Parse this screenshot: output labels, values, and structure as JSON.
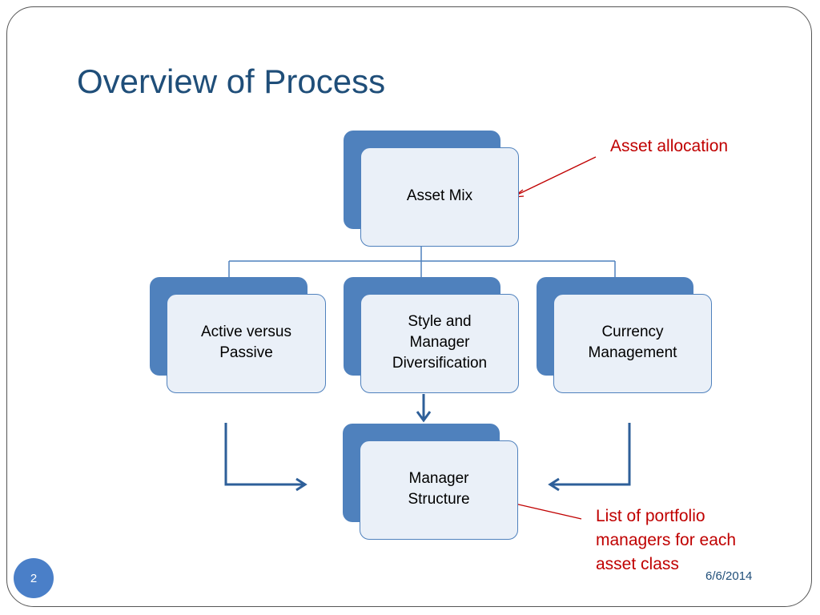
{
  "slide": {
    "title": "Overview of Process",
    "slide_number": "2",
    "date": "6/6/2014"
  },
  "diagram": {
    "nodes": {
      "asset_mix": "Asset Mix",
      "active_passive": "Active versus\nPassive",
      "style_manager": "Style and\nManager\nDiversification",
      "currency": "Currency\nManagement",
      "manager_structure": "Manager\nStructure"
    },
    "callouts": {
      "asset_allocation": "Asset allocation",
      "portfolio_managers": "List of portfolio\nmanagers for each\nasset class"
    },
    "colors": {
      "box_back": "#4f81bd",
      "box_front": "#eaf0f8",
      "connector": "#4f81bd",
      "arrow": "#2e5f99",
      "callout": "#c00000",
      "title": "#1f4e79"
    }
  }
}
